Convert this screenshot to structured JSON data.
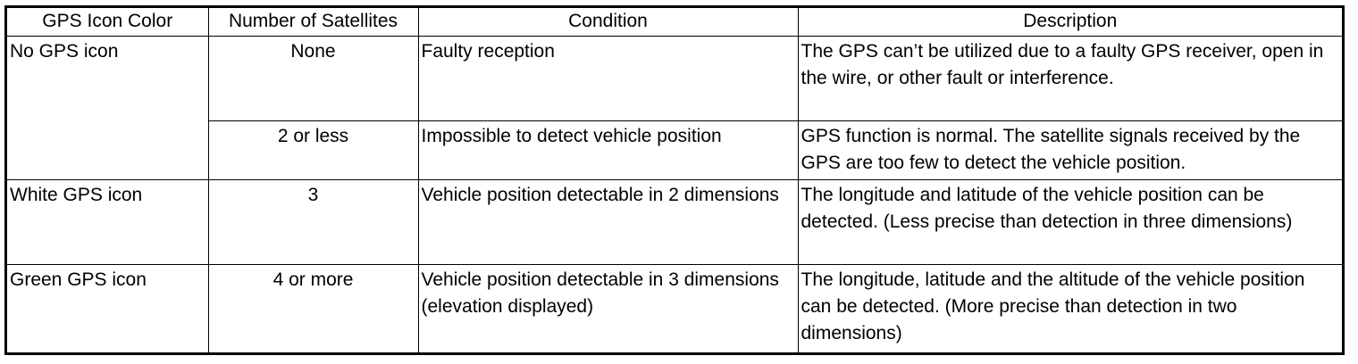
{
  "table": {
    "headers": [
      "GPS Icon Color",
      "Number of Satellites",
      "Condition",
      "Description"
    ],
    "rows": [
      {
        "color": "No GPS icon",
        "satellites": "None",
        "condition": "Faulty reception",
        "description": "The GPS can’t be utilized due to a faulty GPS receiver, open in the wire, or other fault or interference."
      },
      {
        "color": "",
        "satellites": "2 or less",
        "condition": "Impossible to detect vehicle position",
        "description": "GPS function is normal. The satellite signals received by the GPS are too few to detect the vehicle position."
      },
      {
        "color": "White GPS icon",
        "satellites": "3",
        "condition": "Vehicle position detectable in 2 dimensions",
        "description": "The longitude and latitude of the vehicle position can be detected. (Less precise than detection in three dimensions)"
      },
      {
        "color": "Green GPS icon",
        "satellites": "4 or more",
        "condition": "Vehicle position detectable in 3 dimensions (elevation displayed)",
        "description": "The longitude, latitude and the altitude of the vehicle position can be detected. (More precise than detection in two dimensions)"
      }
    ]
  }
}
